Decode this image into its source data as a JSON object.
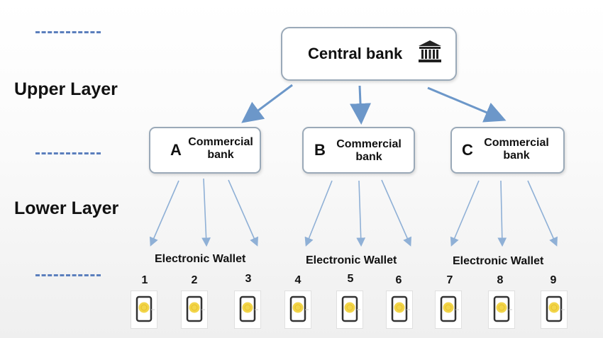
{
  "layers": {
    "upper": "Upper Layer",
    "lower": "Lower Layer"
  },
  "central_bank": {
    "label": "Central bank",
    "icon": "bank-building-icon"
  },
  "commercial_banks": [
    {
      "letter": "A",
      "line1": "Commercial",
      "line2": "bank"
    },
    {
      "letter": "B",
      "line1": "Commercial",
      "line2": "bank"
    },
    {
      "letter": "C",
      "line1": "Commercial",
      "line2": "bank"
    }
  ],
  "wallet_groups": [
    {
      "label": "Electronic Wallet"
    },
    {
      "label": "Electronic Wallet"
    },
    {
      "label": "Electronic Wallet"
    }
  ],
  "wallets": [
    "1",
    "2",
    "3",
    "4",
    "5",
    "6",
    "7",
    "8",
    "9"
  ],
  "colors": {
    "arrow": "#6c97c9",
    "dash": "#5b7fbd",
    "box_border": "#9aa9b8",
    "coin": "#f2d54a"
  }
}
